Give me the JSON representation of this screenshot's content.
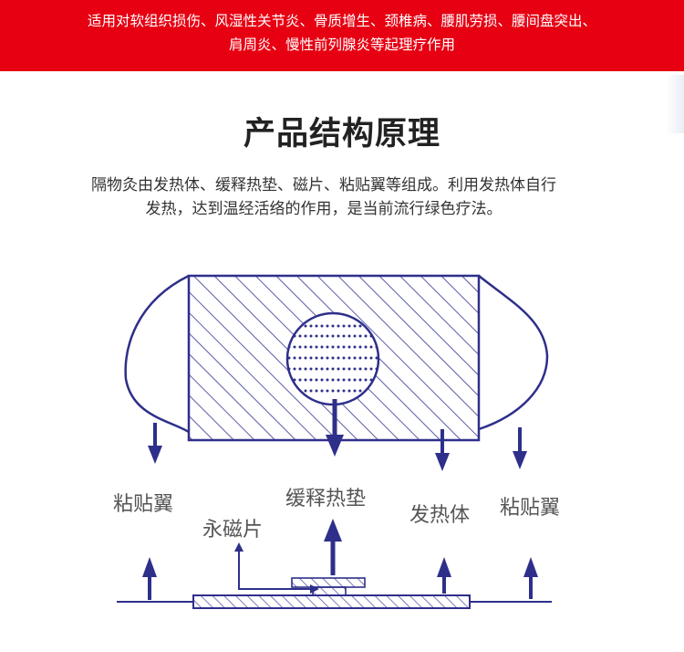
{
  "banner": {
    "line1": "适用对软组织损伤、风湿性关节炎、骨质增生、颈椎病、腰肌劳损、腰间盘突出、",
    "line2": "肩周炎、慢性前列腺炎等起理疗作用"
  },
  "section": {
    "title": "产品结构原理",
    "desc_line1": "隔物灸由发热体、缓释热垫、磁片、粘贴翼等组成。利用发热体自行",
    "desc_line2": "发热，达到温经活络的作用，是当前流行绿色疗法。"
  },
  "diagram": {
    "labels": {
      "wing_left": "粘贴翼",
      "magnet": "永磁片",
      "pad": "缓释热垫",
      "heater": "发热体",
      "wing_right": "粘贴翼"
    },
    "colors": {
      "stroke": "#2e2f8a",
      "hatch": "#5a5ca8"
    }
  }
}
